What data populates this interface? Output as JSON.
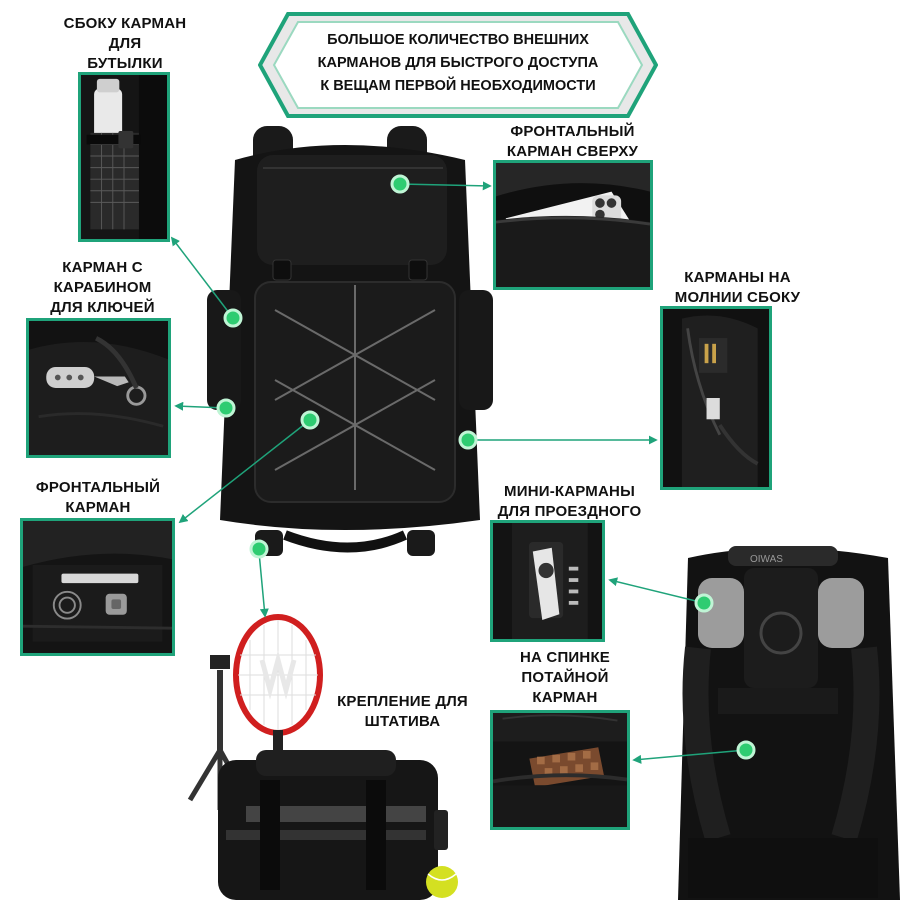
{
  "banner": {
    "line1": "БОЛЬШОЕ КОЛИЧЕСТВО ВНЕШНИХ",
    "line2": "КАРМАНОВ ДЛЯ БЫСТРОГО ДОСТУПА",
    "line3": "К ВЕЩАМ ПЕРВОЙ НЕОБХОДИМОСТИ"
  },
  "features": {
    "bottle_pocket": {
      "line1": "СБОКУ КАРМАН",
      "line2": "ДЛЯ",
      "line3": "БУТЫЛКИ"
    },
    "keys_pocket": {
      "line1": "КАРМАН С",
      "line2": "КАРАБИНОМ",
      "line3": "ДЛЯ КЛЮЧЕЙ"
    },
    "front_pocket": {
      "line1": "ФРОНТАЛЬНЫЙ",
      "line2": "КАРМАН"
    },
    "top_front_pocket": {
      "line1": "ФРОНТАЛЬНЫЙ",
      "line2": "КАРМАН СВЕРХУ"
    },
    "side_zip_pockets": {
      "line1": "КАРМАНЫ НА",
      "line2": "МОЛНИИ СБОКУ"
    },
    "mini_pockets": {
      "line1": "МИНИ-КАРМАНЫ",
      "line2": "ДЛЯ ПРОЕЗДНОГО"
    },
    "hidden_back_pocket": {
      "line1": "НА СПИНКЕ",
      "line2": "ПОТАЙНОЙ",
      "line3": "КАРМАН"
    },
    "tripod_mount": {
      "line1": "КРЕПЛЕНИЕ ДЛЯ",
      "line2": "ШТАТИВА"
    }
  },
  "logo_text": "OIWAS",
  "colors": {
    "accent_green": "#1fa37a",
    "marker_green": "#2ecc71",
    "bag_black": "#141414"
  }
}
